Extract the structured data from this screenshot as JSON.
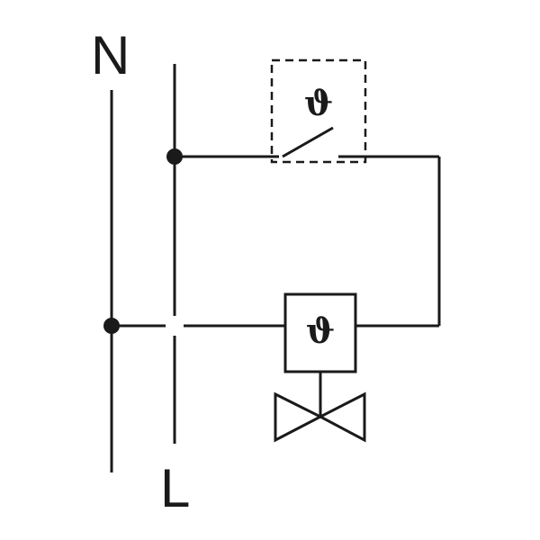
{
  "rails": {
    "neutral_label": "N",
    "live_label": "L"
  },
  "thermostat": {
    "symbol": "ϑ",
    "type": "temperature-switch"
  },
  "actuator": {
    "symbol": "ϑ",
    "type": "thermal-valve-actuator"
  },
  "colors": {
    "line": "#1a1a1a",
    "background": "#ffffff"
  }
}
